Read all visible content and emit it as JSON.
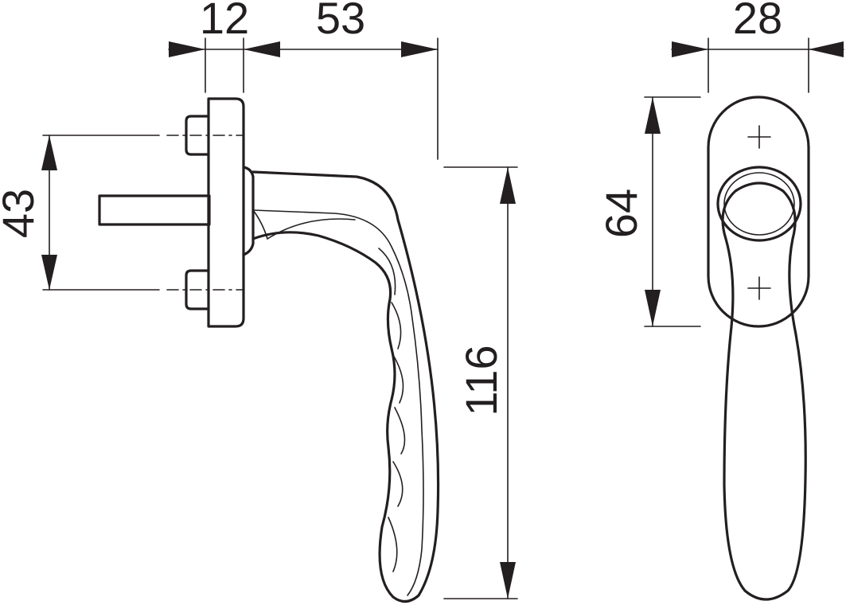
{
  "dimensions": {
    "plate_thickness": "12",
    "handle_projection": "53",
    "hole_spacing_side": "43",
    "handle_length": "116",
    "plate_width": "28",
    "hole_spacing_front": "64"
  },
  "colors": {
    "line": "#231f20",
    "background": "#ffffff"
  }
}
